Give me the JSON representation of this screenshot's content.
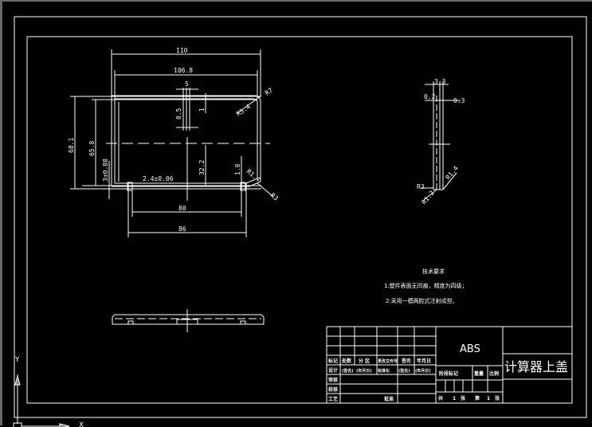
{
  "drawing": {
    "part_name": "计算器上盖",
    "material": "ABS",
    "background_color": "#000000",
    "line_color": "#ffffff"
  },
  "main_view": {
    "dims": {
      "overall_width": "110",
      "inner_width": "106.8",
      "rib_width": "5",
      "rib_depth": "0.5",
      "rib_offset": "1",
      "overall_height": "68.1",
      "inner_height": "65.8",
      "small_height": "3±0.08",
      "center_height": "32.2",
      "slot_width": "2.4±0.06",
      "slot_height": "1.8",
      "bottom_inner": "80",
      "bottom_outer": "86",
      "radius_outer": "R7",
      "radius_inner": "R5.4",
      "radius_bottom_inner": "R1.4",
      "radius_bottom_outer": "R3"
    }
  },
  "side_view": {
    "dims": {
      "thickness": "3.3",
      "left_wall": "0.2",
      "right_wall": "0.3",
      "r_bottom_left": "R3",
      "r_bottom_small": "R1.2",
      "r_bottom_right": "R1.4"
    }
  },
  "tech_requirements": {
    "title": "技术要求",
    "items": [
      "1.塑件表面无凹痕，精度为四级；",
      "2.采用一模两腔式注射成型。"
    ]
  },
  "title_block": {
    "header_row": [
      "标记",
      "处数",
      "分 区",
      "更改文件号",
      "签名",
      "年月日"
    ],
    "design_row": [
      "设计",
      "(签名)",
      "(年月日)",
      "标准化",
      "(签名)",
      "(年月日)"
    ],
    "left_labels": [
      "审核",
      "校核",
      "工艺"
    ],
    "approve_label": "批准",
    "stage_labels": [
      "阶段标记",
      "重量",
      "比例"
    ],
    "sheet_info": [
      "共",
      "1",
      "张",
      "第",
      "1",
      "张"
    ]
  },
  "ucs": {
    "y_label": "Y",
    "x_label": "X"
  }
}
